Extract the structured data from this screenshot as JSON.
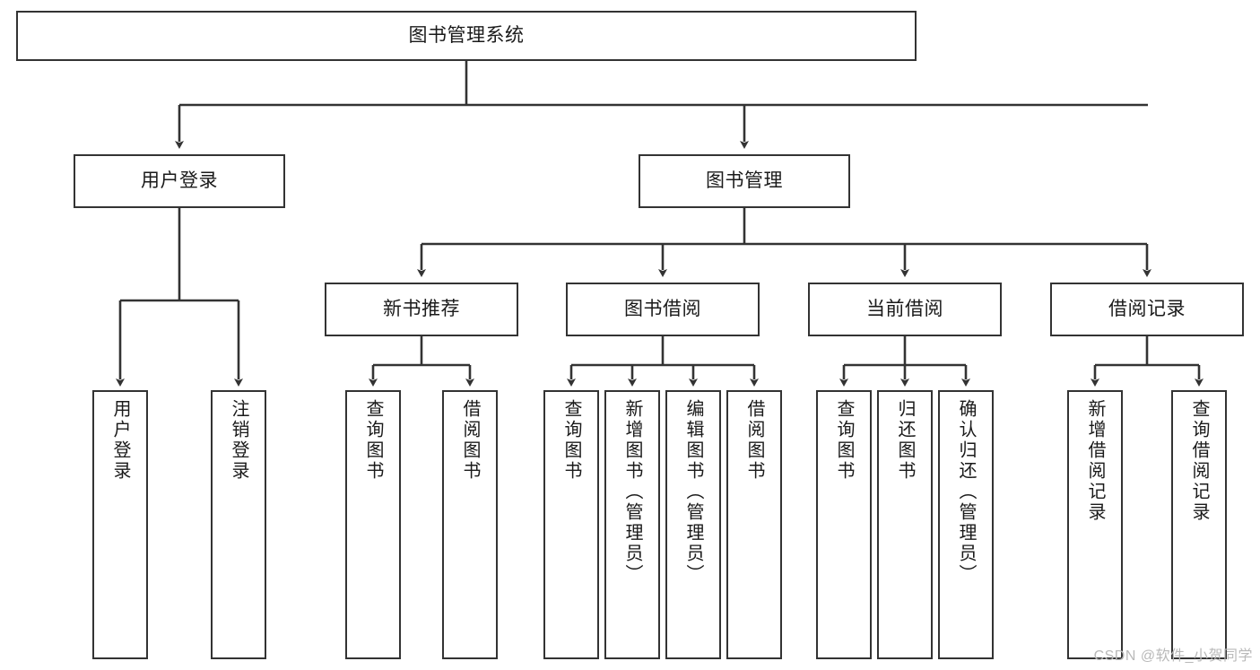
{
  "diagram": {
    "title": "图书管理系统",
    "type": "tree",
    "watermark": "CSDN @软件_小贺同学",
    "colors": {
      "stroke": "#333333",
      "fill": "#ffffff",
      "text": "#1a1a1a",
      "watermark": "#b9b9b9"
    },
    "nodes": {
      "root": {
        "label": "图书管理系统"
      },
      "l2": [
        {
          "id": "user-login",
          "label": "用户登录"
        },
        {
          "id": "book-manage",
          "label": "图书管理"
        }
      ],
      "l3": [
        {
          "id": "new-book-rec",
          "label": "新书推荐"
        },
        {
          "id": "book-borrow",
          "label": "图书借阅"
        },
        {
          "id": "current-borrow",
          "label": "当前借阅"
        },
        {
          "id": "borrow-record",
          "label": "借阅记录"
        }
      ],
      "leaves": {
        "user_login": [
          {
            "id": "leaf-user-login",
            "label": "用户登录"
          },
          {
            "id": "leaf-logout",
            "label": "注销登录"
          }
        ],
        "new_book_rec": [
          {
            "id": "leaf-query-book-1",
            "label": "查询图书"
          },
          {
            "id": "leaf-borrow-book-1",
            "label": "借阅图书"
          }
        ],
        "book_borrow": [
          {
            "id": "leaf-query-book-2",
            "label": "查询图书"
          },
          {
            "id": "leaf-add-book",
            "label": "新增图书（管理员）"
          },
          {
            "id": "leaf-edit-book",
            "label": "编辑图书（管理员）"
          },
          {
            "id": "leaf-borrow-book-2",
            "label": "借阅图书"
          }
        ],
        "current_borrow": [
          {
            "id": "leaf-query-book-3",
            "label": "查询图书"
          },
          {
            "id": "leaf-return-book",
            "label": "归还图书"
          },
          {
            "id": "leaf-confirm-return",
            "label": "确认归还（管理员）"
          }
        ],
        "borrow_record": [
          {
            "id": "leaf-add-record",
            "label": "新增借阅记录"
          },
          {
            "id": "leaf-query-record",
            "label": "查询借阅记录"
          }
        ]
      }
    }
  }
}
